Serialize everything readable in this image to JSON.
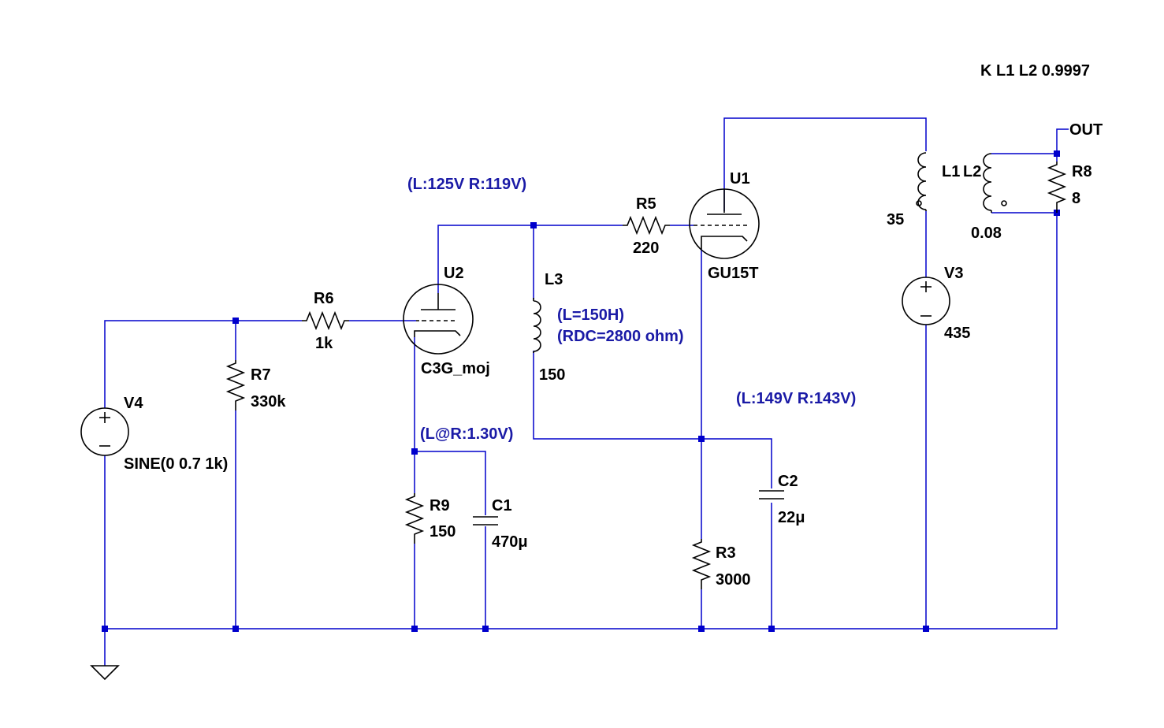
{
  "colors": {
    "wire": "#0000cc",
    "component": "#000000",
    "annotation": "#1a1aa6",
    "background": "#ffffff"
  },
  "spice_directive": "K L1 L2 0.9997",
  "net_out": "OUT",
  "components": {
    "V4": {
      "name": "V4",
      "value": "SINE(0 0.7 1k)"
    },
    "R7": {
      "name": "R7",
      "value": "330k"
    },
    "R6": {
      "name": "R6",
      "value": "1k"
    },
    "U2": {
      "name": "U2",
      "model": "C3G_moj"
    },
    "L3": {
      "name": "L3",
      "value": "150"
    },
    "R9": {
      "name": "R9",
      "value": "150"
    },
    "C1": {
      "name": "C1",
      "value": "470μ"
    },
    "R5": {
      "name": "R5",
      "value": "220"
    },
    "U1": {
      "name": "U1",
      "model": "GU15T"
    },
    "R3": {
      "name": "R3",
      "value": "3000"
    },
    "C2": {
      "name": "C2",
      "value": "22μ"
    },
    "L1": {
      "name": "L1",
      "value": "35"
    },
    "L2": {
      "name": "L2",
      "value": "0.08"
    },
    "R8": {
      "name": "R8",
      "value": "8"
    },
    "V3": {
      "name": "V3",
      "value": "435"
    }
  },
  "annotations": {
    "u2_plate_voltage": "(L:125V R:119V)",
    "l3_inductance": "(L=150H)",
    "l3_rdc": "(RDC=2800 ohm)",
    "u2_cathode_voltage": "(L@R:1.30V)",
    "u1_cathode_voltage": "(L:149V R:143V)"
  }
}
